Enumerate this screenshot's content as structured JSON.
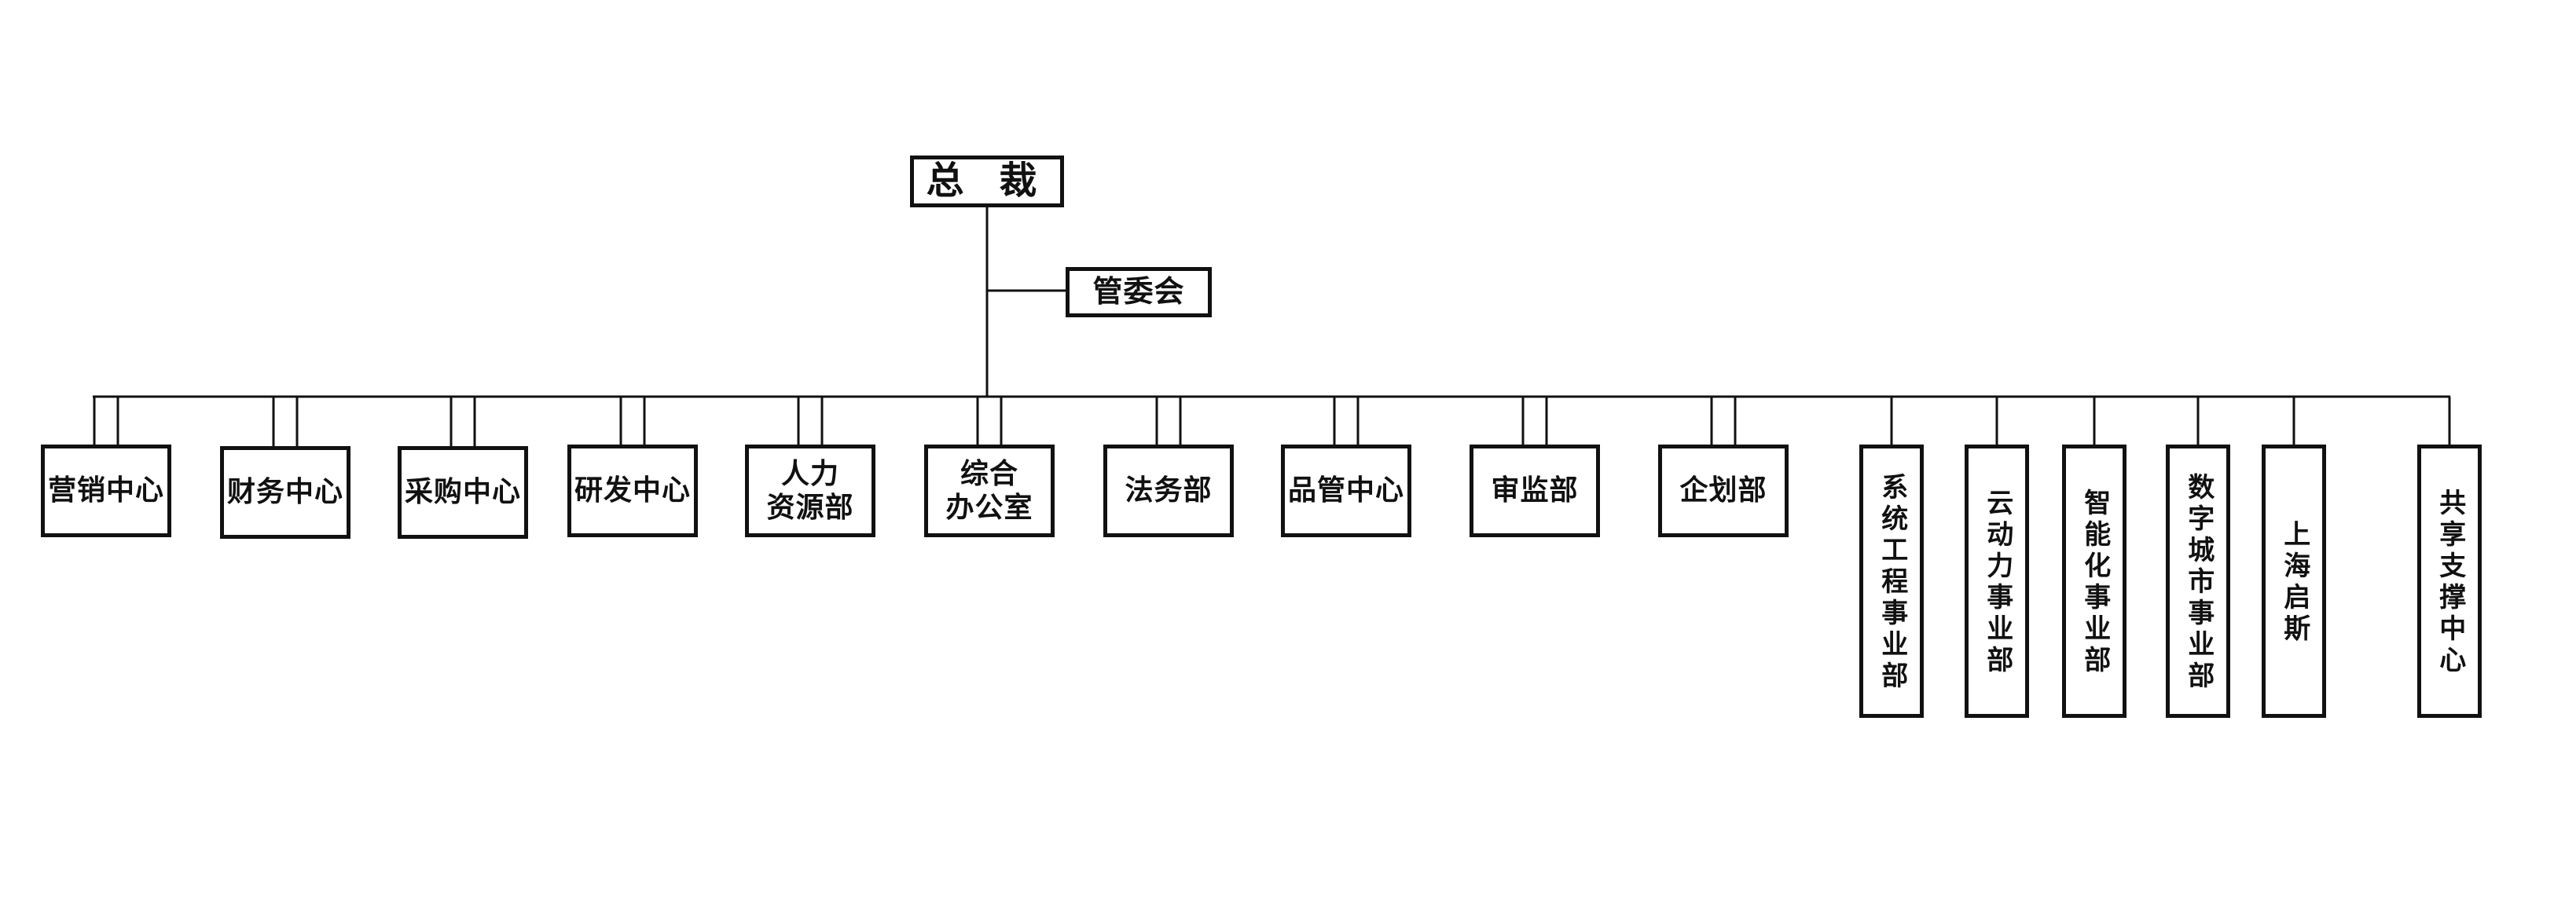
{
  "chart": {
    "root": "总 裁",
    "committee": "管委会",
    "departments": [
      {
        "id": "marketing",
        "lines": [
          "营销中心"
        ]
      },
      {
        "id": "finance",
        "lines": [
          "财务中心"
        ]
      },
      {
        "id": "procurement",
        "lines": [
          "采购中心"
        ]
      },
      {
        "id": "rnd",
        "lines": [
          "研发中心"
        ]
      },
      {
        "id": "hr",
        "lines": [
          "人力",
          "资源部"
        ]
      },
      {
        "id": "general-office",
        "lines": [
          "综合",
          "办公室"
        ]
      },
      {
        "id": "legal",
        "lines": [
          "法务部"
        ]
      },
      {
        "id": "quality",
        "lines": [
          "品管中心"
        ]
      },
      {
        "id": "audit",
        "lines": [
          "审监部"
        ]
      },
      {
        "id": "planning",
        "lines": [
          "企划部"
        ]
      },
      {
        "id": "system-engineering",
        "lines": [
          "系统工程事业部"
        ]
      },
      {
        "id": "cloud-power",
        "lines": [
          "云动力事业部"
        ]
      },
      {
        "id": "intelligent",
        "lines": [
          "智能化事业部"
        ]
      },
      {
        "id": "digital-city",
        "lines": [
          "数字城市事业部"
        ]
      },
      {
        "id": "shanghai-qisi",
        "lines": [
          "上海启斯"
        ]
      },
      {
        "id": "shared-support",
        "lines": [
          "共享支撑中心"
        ]
      }
    ]
  }
}
